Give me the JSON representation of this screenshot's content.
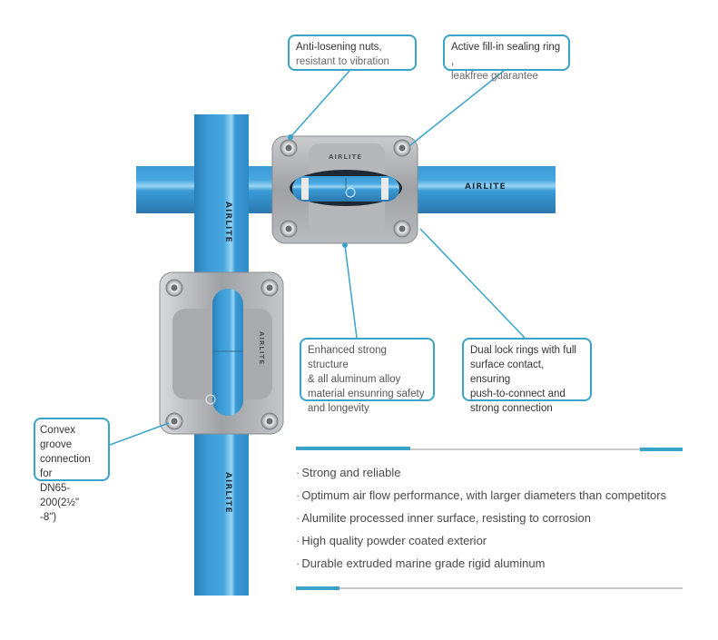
{
  "brand": {
    "name": "AIRLITE",
    "pipe_color": "#3b9bd6",
    "accent_color": "#3aa3c9",
    "fitting_color": "#a6a8ab"
  },
  "callouts": [
    {
      "id": "anti-losening",
      "line1": "Anti-losening nuts,",
      "line2": "resistant to vibration"
    },
    {
      "id": "sealing-ring",
      "line1": "Active fill-in sealing ring ,",
      "line2": "leakfree guarantee"
    },
    {
      "id": "structure",
      "lines": [
        "Enhanced strong structure",
        "& all aluminum alloy",
        "material ensunring safety",
        "and longevity"
      ]
    },
    {
      "id": "lock-rings",
      "lines": [
        "Dual lock rings with full",
        "surface contact, ensuring",
        "push-to-connect and",
        "strong connection"
      ]
    },
    {
      "id": "convex-groove",
      "lines": [
        "Convex groove",
        "connection for",
        "DN65-200(2½\"",
        "-8\")"
      ]
    }
  ],
  "features": {
    "bullet": "·",
    "items": [
      "Strong and reliable",
      "Optimum air flow performance, with larger diameters than competitors",
      "Alumilite processed inner surface, resisting to corrosion",
      "High quality powder coated exterior",
      "Durable extruded marine grade rigid aluminum"
    ]
  }
}
